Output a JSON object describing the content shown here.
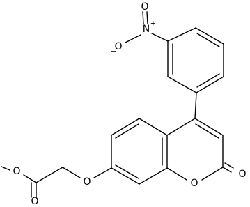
{
  "atoms": {
    "nitro_o_top": "O",
    "nitro_n": "N",
    "nitro_o_minus": "O",
    "ester_o": "O",
    "ester_carbonyl_o": "O",
    "ether_o": "O",
    "ring_o": "O",
    "lactone_carbonyl_o": "O"
  },
  "charges": {
    "nitro_n_plus": "+",
    "nitro_o_minus": "−"
  },
  "colors": {
    "stroke": "#000000",
    "background": "#ffffff"
  }
}
